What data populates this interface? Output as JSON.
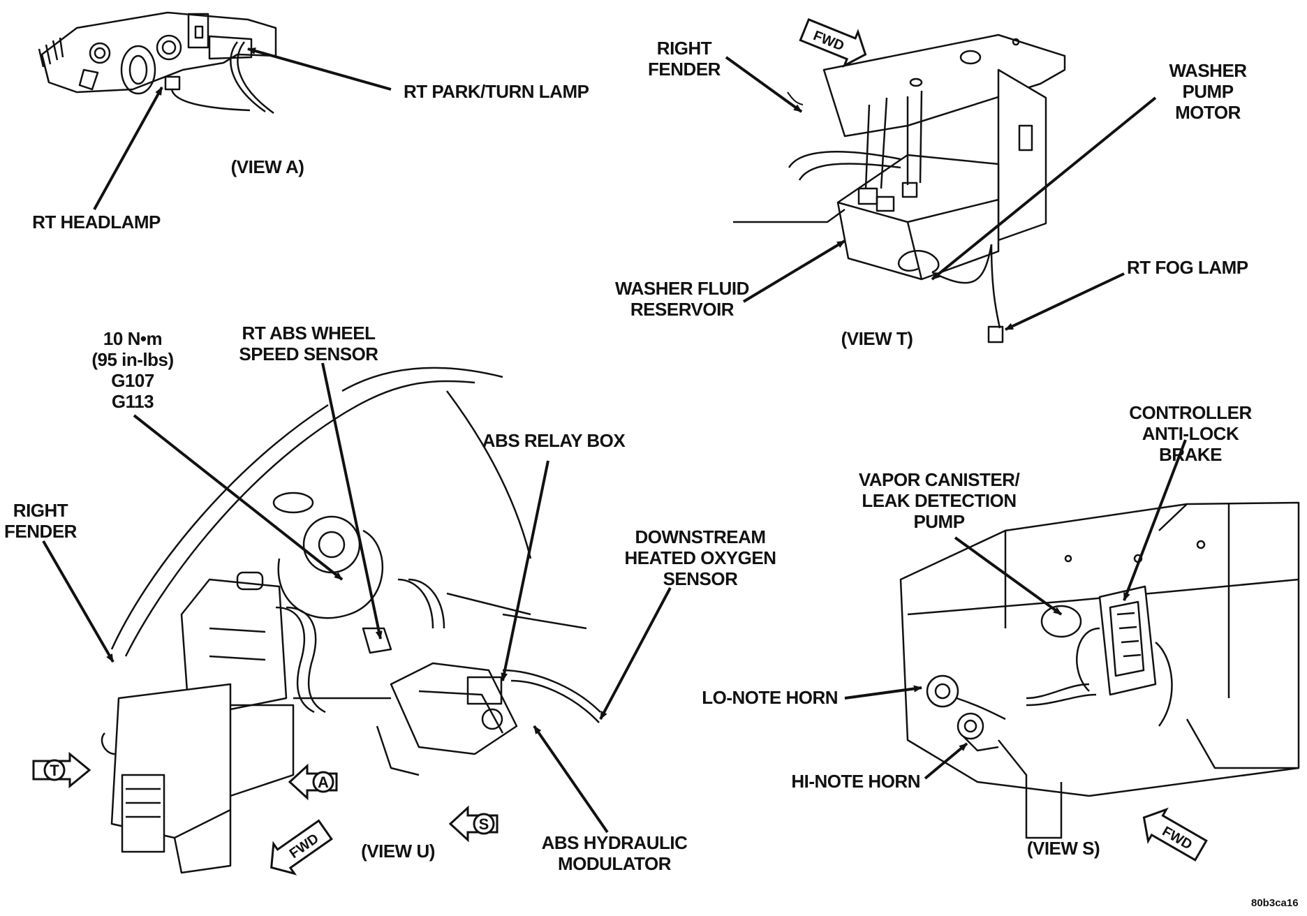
{
  "labels": {
    "rt_park_turn_lamp": "RT PARK/TURN LAMP",
    "view_a": "(VIEW A)",
    "rt_headlamp": "RT HEADLAMP",
    "right_fender_top": "RIGHT\nFENDER",
    "washer_pump_motor": "WASHER PUMP\nMOTOR",
    "washer_fluid_reservoir": "WASHER FLUID\nRESERVOIR",
    "rt_fog_lamp": "RT FOG LAMP",
    "view_t": "(VIEW T)",
    "torque_ground": "10 N•m\n(95 in-lbs)\nG107\nG113",
    "rt_abs_sensor": "RT ABS WHEEL\nSPEED SENSOR",
    "abs_relay_box": "ABS RELAY BOX",
    "right_fender_left": "RIGHT\nFENDER",
    "downstream_o2": "DOWNSTREAM\nHEATED OXYGEN\nSENSOR",
    "abs_hydraulic_modulator": "ABS HYDRAULIC\nMODULATOR",
    "view_u": "(VIEW U)",
    "controller_abs": "CONTROLLER\nANTI-LOCK BRAKE",
    "vapor_canister": "VAPOR CANISTER/\nLEAK DETECTION\nPUMP",
    "lo_note_horn": "LO-NOTE HORN",
    "hi_note_horn": "HI-NOTE HORN",
    "view_s": "(VIEW S)"
  },
  "badges": {
    "t": "T",
    "a": "A",
    "s": "S"
  },
  "fwd": "FWD",
  "figure_code": "80b3ca16"
}
